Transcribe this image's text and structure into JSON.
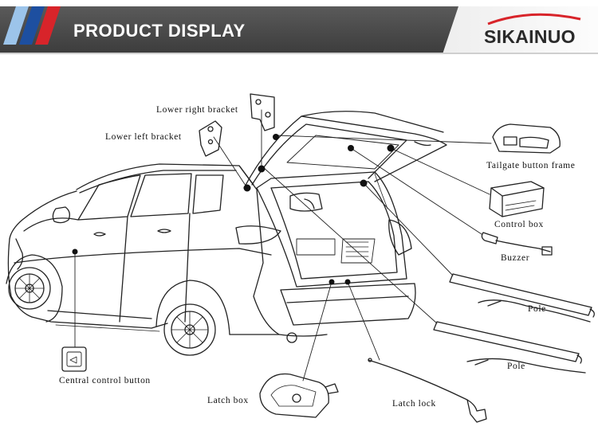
{
  "header": {
    "title": "PRODUCT DISPLAY",
    "brand": "SIKAINUO",
    "colors": {
      "banner": "#4a4a4a",
      "stripe_blue": "#1d4fa0",
      "stripe_light": "#9cc4ea",
      "stripe_red": "#d8242a",
      "logo_arc": "#d8242a"
    }
  },
  "labels": {
    "lower_right_bracket": "Lower right bracket",
    "lower_left_bracket": "Lower left bracket",
    "tailgate_button_frame": "Tailgate button frame",
    "control_box": "Control box",
    "buzzer": "Buzzer",
    "pole_upper": "Pole",
    "pole_lower": "Pole",
    "central_control_button": "Central control button",
    "latch_box": "Latch box",
    "latch_lock": "Latch lock"
  }
}
